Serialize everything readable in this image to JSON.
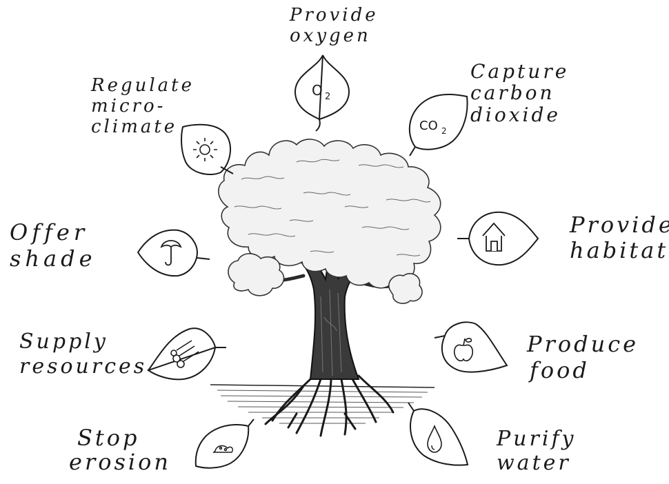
{
  "benefits": [
    {
      "id": "oxygen",
      "lines": [
        "Provide",
        "oxygen"
      ],
      "icon": "o2-icon",
      "icon_text": "O2"
    },
    {
      "id": "carbon",
      "lines": [
        "Capture",
        "carbon",
        "dioxide"
      ],
      "icon": "co2-icon",
      "icon_text": "CO2"
    },
    {
      "id": "microclimate",
      "lines": [
        "Regulate",
        "micro-",
        "climate"
      ],
      "icon": "sun-icon"
    },
    {
      "id": "habitat",
      "lines": [
        "Provide",
        "habitat"
      ],
      "icon": "house-icon"
    },
    {
      "id": "shade",
      "lines": [
        "Offer",
        "shade"
      ],
      "icon": "umbrella-icon"
    },
    {
      "id": "food",
      "lines": [
        "Produce",
        "food"
      ],
      "icon": "apple-icon"
    },
    {
      "id": "resources",
      "lines": [
        "Supply",
        "resources"
      ],
      "icon": "logs-icon"
    },
    {
      "id": "water",
      "lines": [
        "Purify",
        "water"
      ],
      "icon": "water-drop-icon"
    },
    {
      "id": "erosion",
      "lines": [
        "Stop",
        "erosion"
      ],
      "icon": "soil-icon"
    }
  ],
  "colors": {
    "ink": "#1a1a1a",
    "paper": "#ffffff",
    "canopy": "#f2f2f2",
    "trunk": "#3a3a3a"
  }
}
